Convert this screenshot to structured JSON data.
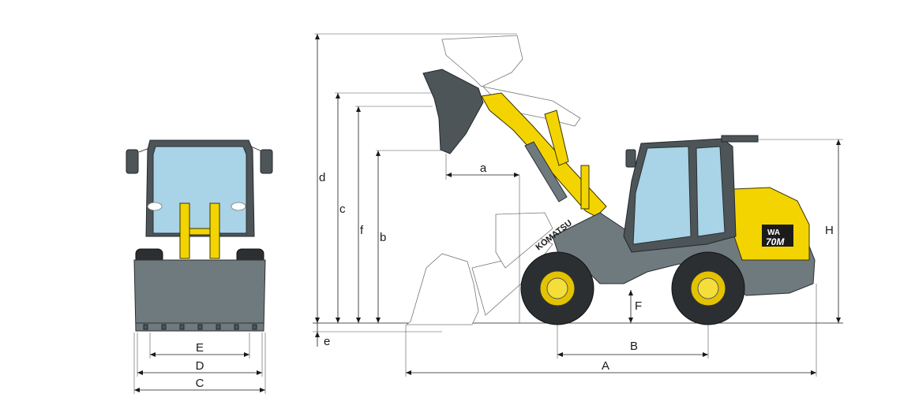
{
  "figure": {
    "brand_text": "KOMATSU",
    "model_badge": {
      "line1": "WA",
      "line2": "70M"
    }
  },
  "dimensions": {
    "front_view": {
      "E": "E",
      "D": "D",
      "C": "C"
    },
    "side_view": {
      "a": "a",
      "b": "b",
      "c": "c",
      "d": "d",
      "e": "e",
      "f": "f",
      "A": "A",
      "B": "B",
      "F": "F",
      "H": "H"
    }
  },
  "colors": {
    "machine_yellow": "#f3d400",
    "body_grey": "#6f7a7f",
    "glass": "#a9d3e6"
  }
}
